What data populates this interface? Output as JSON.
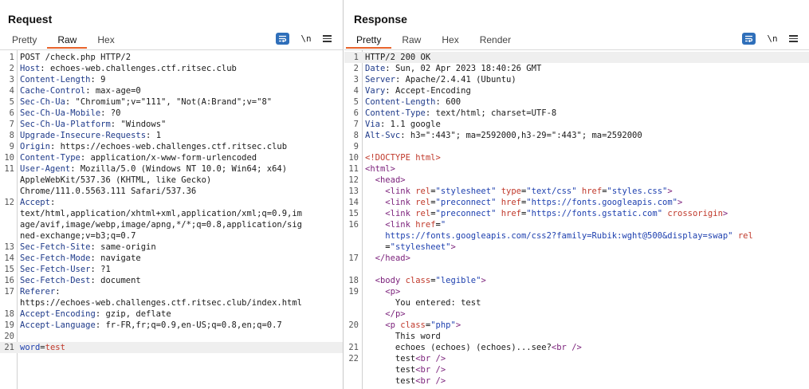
{
  "layout_switch": [
    "split-vertical",
    "split-horizontal",
    "single"
  ],
  "request": {
    "title": "Request",
    "tabs": [
      {
        "label": "Pretty",
        "active": false
      },
      {
        "label": "Raw",
        "active": true
      },
      {
        "label": "Hex",
        "active": false
      }
    ],
    "newline_label": "\\n",
    "lines": [
      {
        "n": "1",
        "parts": [
          [
            "s",
            "POST /check.php HTTP/2"
          ]
        ]
      },
      {
        "n": "2",
        "parts": [
          [
            "k",
            "Host"
          ],
          [
            "s",
            ": echoes-web.challenges.ctf.ritsec.club"
          ]
        ]
      },
      {
        "n": "3",
        "parts": [
          [
            "k",
            "Content-Length"
          ],
          [
            "s",
            ": 9"
          ]
        ]
      },
      {
        "n": "4",
        "parts": [
          [
            "k",
            "Cache-Control"
          ],
          [
            "s",
            ": max-age=0"
          ]
        ]
      },
      {
        "n": "5",
        "parts": [
          [
            "k",
            "Sec-Ch-Ua"
          ],
          [
            "s",
            ": \"Chromium\";v=\"111\", \"Not(A:Brand\";v=\"8\""
          ]
        ]
      },
      {
        "n": "6",
        "parts": [
          [
            "k",
            "Sec-Ch-Ua-Mobile"
          ],
          [
            "s",
            ": ?0"
          ]
        ]
      },
      {
        "n": "7",
        "parts": [
          [
            "k",
            "Sec-Ch-Ua-Platform"
          ],
          [
            "s",
            ": \"Windows\""
          ]
        ]
      },
      {
        "n": "8",
        "parts": [
          [
            "k",
            "Upgrade-Insecure-Requests"
          ],
          [
            "s",
            ": 1"
          ]
        ]
      },
      {
        "n": "9",
        "parts": [
          [
            "k",
            "Origin"
          ],
          [
            "s",
            ": https://echoes-web.challenges.ctf.ritsec.club"
          ]
        ]
      },
      {
        "n": "10",
        "parts": [
          [
            "k",
            "Content-Type"
          ],
          [
            "s",
            ": application/x-www-form-urlencoded"
          ]
        ]
      },
      {
        "n": "11",
        "parts": [
          [
            "k",
            "User-Agent"
          ],
          [
            "s",
            ": Mozilla/5.0 (Windows NT 10.0; Win64; x64)"
          ]
        ]
      },
      {
        "n": "",
        "parts": [
          [
            "s",
            "AppleWebKit/537.36 (KHTML, like Gecko)"
          ]
        ]
      },
      {
        "n": "",
        "parts": [
          [
            "s",
            "Chrome/111.0.5563.111 Safari/537.36"
          ]
        ]
      },
      {
        "n": "12",
        "parts": [
          [
            "k",
            "Accept"
          ],
          [
            "s",
            ":"
          ]
        ]
      },
      {
        "n": "",
        "parts": [
          [
            "s",
            "text/html,application/xhtml+xml,application/xml;q=0.9,im"
          ]
        ]
      },
      {
        "n": "",
        "parts": [
          [
            "s",
            "age/avif,image/webp,image/apng,*/*;q=0.8,application/sig"
          ]
        ]
      },
      {
        "n": "",
        "parts": [
          [
            "s",
            "ned-exchange;v=b3;q=0.7"
          ]
        ]
      },
      {
        "n": "13",
        "parts": [
          [
            "k",
            "Sec-Fetch-Site"
          ],
          [
            "s",
            ": same-origin"
          ]
        ]
      },
      {
        "n": "14",
        "parts": [
          [
            "k",
            "Sec-Fetch-Mode"
          ],
          [
            "s",
            ": navigate"
          ]
        ]
      },
      {
        "n": "15",
        "parts": [
          [
            "k",
            "Sec-Fetch-User"
          ],
          [
            "s",
            ": ?1"
          ]
        ]
      },
      {
        "n": "16",
        "parts": [
          [
            "k",
            "Sec-Fetch-Dest"
          ],
          [
            "s",
            ": document"
          ]
        ]
      },
      {
        "n": "17",
        "parts": [
          [
            "k",
            "Referer"
          ],
          [
            "s",
            ":"
          ]
        ]
      },
      {
        "n": "",
        "parts": [
          [
            "s",
            "https://echoes-web.challenges.ctf.ritsec.club/index.html"
          ]
        ]
      },
      {
        "n": "18",
        "parts": [
          [
            "k",
            "Accept-Encoding"
          ],
          [
            "s",
            ": gzip, deflate"
          ]
        ]
      },
      {
        "n": "19",
        "parts": [
          [
            "k",
            "Accept-Language"
          ],
          [
            "s",
            ": fr-FR,fr;q=0.9,en-US;q=0.8,en;q=0.7"
          ]
        ]
      },
      {
        "n": "20",
        "parts": []
      },
      {
        "n": "21",
        "cur": true,
        "parts": [
          [
            "v",
            "word"
          ],
          [
            "s",
            "="
          ],
          [
            "a",
            "test"
          ]
        ]
      }
    ]
  },
  "response": {
    "title": "Response",
    "tabs": [
      {
        "label": "Pretty",
        "active": true
      },
      {
        "label": "Raw",
        "active": false
      },
      {
        "label": "Hex",
        "active": false
      },
      {
        "label": "Render",
        "active": false
      }
    ],
    "newline_label": "\\n",
    "lines": [
      {
        "n": "1",
        "cur": true,
        "parts": [
          [
            "s",
            "HTTP/2 200 OK"
          ]
        ]
      },
      {
        "n": "2",
        "parts": [
          [
            "k",
            "Date"
          ],
          [
            "s",
            ": Sun, 02 Apr 2023 18:40:26 GMT"
          ]
        ]
      },
      {
        "n": "3",
        "parts": [
          [
            "k",
            "Server"
          ],
          [
            "s",
            ": Apache/2.4.41 (Ubuntu)"
          ]
        ]
      },
      {
        "n": "4",
        "parts": [
          [
            "k",
            "Vary"
          ],
          [
            "s",
            ": Accept-Encoding"
          ]
        ]
      },
      {
        "n": "5",
        "parts": [
          [
            "k",
            "Content-Length"
          ],
          [
            "s",
            ": 600"
          ]
        ]
      },
      {
        "n": "6",
        "parts": [
          [
            "k",
            "Content-Type"
          ],
          [
            "s",
            ": text/html; charset=UTF-8"
          ]
        ]
      },
      {
        "n": "7",
        "parts": [
          [
            "k",
            "Via"
          ],
          [
            "s",
            ": 1.1 google"
          ]
        ]
      },
      {
        "n": "8",
        "parts": [
          [
            "k",
            "Alt-Svc"
          ],
          [
            "s",
            ": h3=\":443\"; ma=2592000,h3-29=\":443\"; ma=2592000"
          ]
        ]
      },
      {
        "n": "9",
        "parts": []
      },
      {
        "n": "10",
        "parts": [
          [
            "a",
            "<!DOCTYPE html>"
          ]
        ]
      },
      {
        "n": "11",
        "parts": [
          [
            "t",
            "<html>"
          ]
        ]
      },
      {
        "n": "12",
        "parts": [
          [
            "s",
            "  "
          ],
          [
            "t",
            "<head>"
          ]
        ]
      },
      {
        "n": "13",
        "parts": [
          [
            "s",
            "    "
          ],
          [
            "t",
            "<link "
          ],
          [
            "a",
            "rel"
          ],
          [
            "q",
            "="
          ],
          [
            "v",
            "\"stylesheet\""
          ],
          [
            "s",
            " "
          ],
          [
            "a",
            "type"
          ],
          [
            "q",
            "="
          ],
          [
            "v",
            "\"text/css\""
          ],
          [
            "s",
            " "
          ],
          [
            "a",
            "href"
          ],
          [
            "q",
            "="
          ],
          [
            "v",
            "\"styles.css\""
          ],
          [
            "t",
            ">"
          ]
        ]
      },
      {
        "n": "14",
        "parts": [
          [
            "s",
            "    "
          ],
          [
            "t",
            "<link "
          ],
          [
            "a",
            "rel"
          ],
          [
            "q",
            "="
          ],
          [
            "v",
            "\"preconnect\""
          ],
          [
            "s",
            " "
          ],
          [
            "a",
            "href"
          ],
          [
            "q",
            "="
          ],
          [
            "v",
            "\"https://fonts.googleapis.com\""
          ],
          [
            "t",
            ">"
          ]
        ]
      },
      {
        "n": "15",
        "parts": [
          [
            "s",
            "    "
          ],
          [
            "t",
            "<link "
          ],
          [
            "a",
            "rel"
          ],
          [
            "q",
            "="
          ],
          [
            "v",
            "\"preconnect\""
          ],
          [
            "s",
            " "
          ],
          [
            "a",
            "href"
          ],
          [
            "q",
            "="
          ],
          [
            "v",
            "\"https://fonts.gstatic.com\""
          ],
          [
            "s",
            " "
          ],
          [
            "a",
            "crossorigin"
          ],
          [
            "t",
            ">"
          ]
        ]
      },
      {
        "n": "16",
        "parts": [
          [
            "s",
            "    "
          ],
          [
            "t",
            "<link "
          ],
          [
            "a",
            "href"
          ],
          [
            "q",
            "="
          ],
          [
            "v",
            "\""
          ]
        ]
      },
      {
        "n": "",
        "parts": [
          [
            "s",
            "    "
          ],
          [
            "v",
            "https://fonts.googleapis.com/css2?family=Rubik:wght@500&display=swap\""
          ],
          [
            "s",
            " "
          ],
          [
            "a",
            "rel"
          ]
        ]
      },
      {
        "n": "",
        "parts": [
          [
            "s",
            "    "
          ],
          [
            "q",
            "="
          ],
          [
            "v",
            "\"stylesheet\""
          ],
          [
            "t",
            ">"
          ]
        ]
      },
      {
        "n": "17",
        "parts": [
          [
            "s",
            "  "
          ],
          [
            "t",
            "</head>"
          ]
        ]
      },
      {
        "n": "",
        "parts": []
      },
      {
        "n": "18",
        "parts": [
          [
            "s",
            "  "
          ],
          [
            "t",
            "<body "
          ],
          [
            "a",
            "class"
          ],
          [
            "q",
            "="
          ],
          [
            "v",
            "\"legible\""
          ],
          [
            "t",
            ">"
          ]
        ]
      },
      {
        "n": "19",
        "parts": [
          [
            "s",
            "    "
          ],
          [
            "t",
            "<p>"
          ]
        ]
      },
      {
        "n": "",
        "parts": [
          [
            "s",
            "      You entered: test"
          ]
        ]
      },
      {
        "n": "",
        "parts": [
          [
            "s",
            "    "
          ],
          [
            "t",
            "</p>"
          ]
        ]
      },
      {
        "n": "20",
        "parts": [
          [
            "s",
            "    "
          ],
          [
            "t",
            "<p "
          ],
          [
            "a",
            "class"
          ],
          [
            "q",
            "="
          ],
          [
            "v",
            "\"php\""
          ],
          [
            "t",
            ">"
          ]
        ]
      },
      {
        "n": "",
        "parts": [
          [
            "s",
            "      This word"
          ]
        ]
      },
      {
        "n": "21",
        "parts": [
          [
            "s",
            "      echoes (echoes) (echoes)...see?"
          ],
          [
            "t",
            "<br />"
          ]
        ]
      },
      {
        "n": "22",
        "parts": [
          [
            "s",
            "      test"
          ],
          [
            "t",
            "<br />"
          ]
        ]
      },
      {
        "n": "",
        "parts": [
          [
            "s",
            "      test"
          ],
          [
            "t",
            "<br />"
          ]
        ]
      },
      {
        "n": "",
        "parts": [
          [
            "s",
            "      test"
          ],
          [
            "t",
            "<br />"
          ]
        ]
      }
    ]
  }
}
